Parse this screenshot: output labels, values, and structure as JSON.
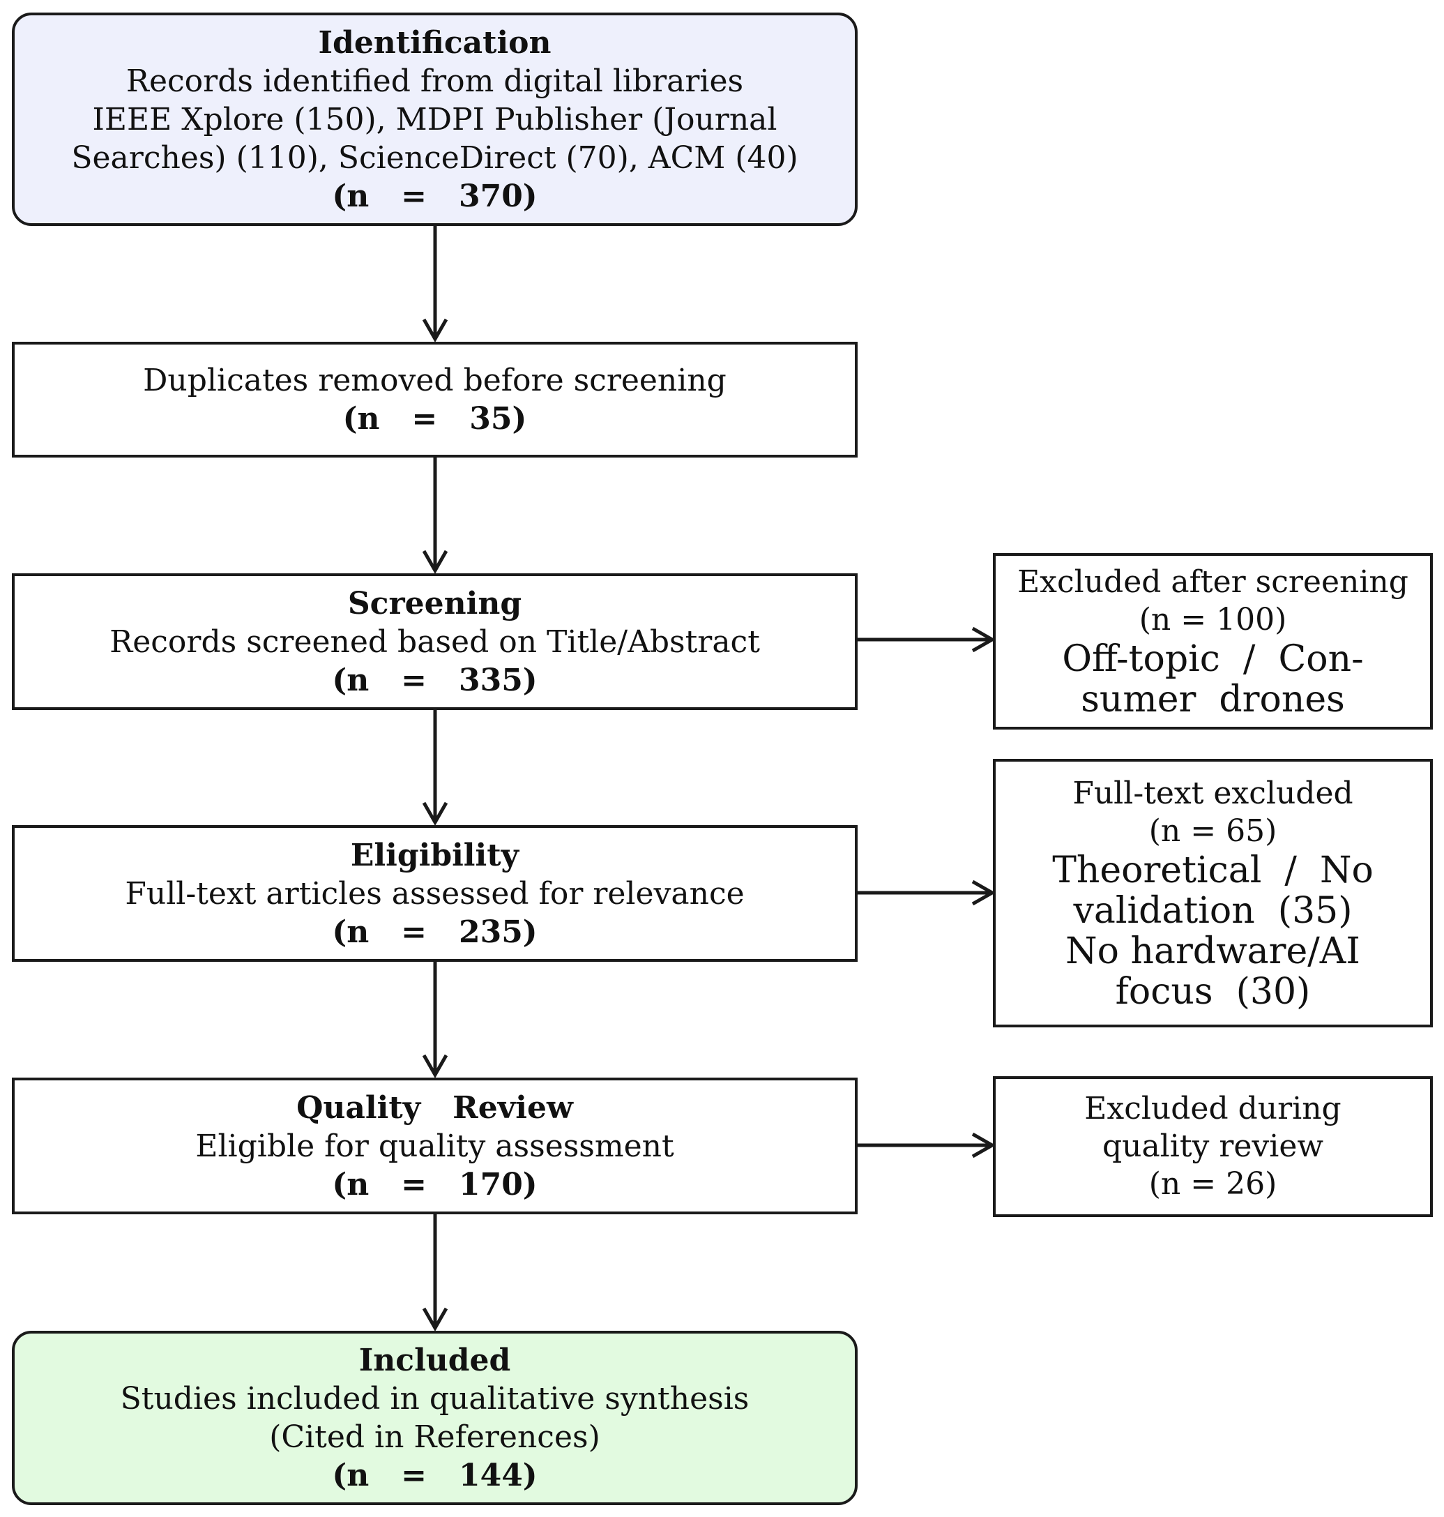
{
  "identification": {
    "title": "Identification",
    "lines": [
      "Records identified from digital libraries",
      "IEEE Xplore (150), MDPI Publisher (Journal",
      "Searches) (110), ScienceDirect (70), ACM (40)"
    ],
    "count": "(n   =   370)"
  },
  "duplicates": {
    "lines": [
      "Duplicates removed before screening"
    ],
    "count": "(n   =   35)"
  },
  "screening": {
    "title": "Screening",
    "lines": [
      "Records screened based on Title/Abstract"
    ],
    "count": "(n   =   335)"
  },
  "eligibility": {
    "title": "Eligibility",
    "lines": [
      "Full-text articles assessed for relevance"
    ],
    "count": "(n   =   235)"
  },
  "quality": {
    "title": "Quality   Review",
    "lines": [
      "Eligible for quality assessment"
    ],
    "count": "(n   =   170)"
  },
  "included": {
    "title": "Included",
    "lines": [
      "Studies included in qualitative synthesis",
      "(Cited in References)"
    ],
    "count": "(n   =   144)"
  },
  "excluded_screening": {
    "lines": [
      "Excluded after screening",
      "(n = 100)"
    ],
    "reasons": [
      "Off-topic  /  Con-",
      "sumer  drones"
    ]
  },
  "excluded_fulltext": {
    "lines": [
      "Full-text excluded",
      "(n = 65)"
    ],
    "reasons": [
      "Theoretical  /  No",
      "validation  (35)",
      "No hardware/AI",
      "focus  (30)"
    ]
  },
  "excluded_quality": {
    "lines": [
      "Excluded during",
      "quality review",
      "(n = 26)"
    ]
  },
  "colors": {
    "identification_fill": "#eef0fc",
    "included_fill": "#e2fae0",
    "stroke": "#1a1a1a"
  }
}
